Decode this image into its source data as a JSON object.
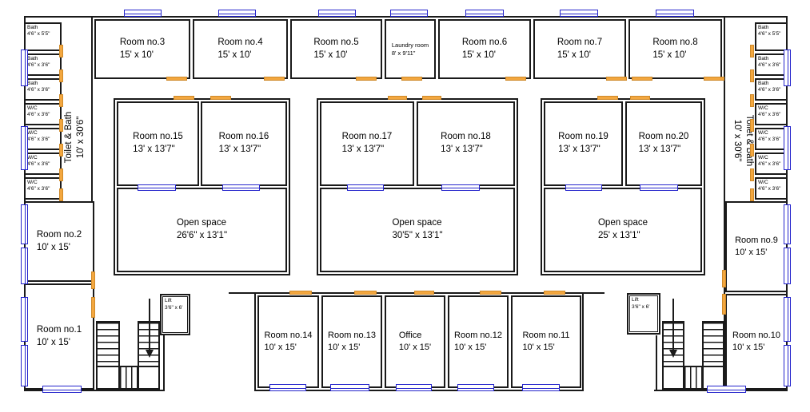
{
  "colors": {
    "wall": "#1a1a1a",
    "window": "#2424cc",
    "door": "#f3a73f"
  },
  "rooms": {
    "r1": {
      "name": "Room no.1",
      "dims": "10' x 15'"
    },
    "r2": {
      "name": "Room no.2",
      "dims": "10' x 15'"
    },
    "r3": {
      "name": "Room no.3",
      "dims": "15' x 10'"
    },
    "r4": {
      "name": "Room no.4",
      "dims": "15' x 10'"
    },
    "r5": {
      "name": "Room no.5",
      "dims": "15' x 10'"
    },
    "r6": {
      "name": "Room no.6",
      "dims": "15' x 10'"
    },
    "r7": {
      "name": "Room no.7",
      "dims": "15' x 10'"
    },
    "r8": {
      "name": "Room no.8",
      "dims": "15' x 10'"
    },
    "r9": {
      "name": "Room no.9",
      "dims": "10' x 15'"
    },
    "r10": {
      "name": "Room no.10",
      "dims": "10' x 15'"
    },
    "r11": {
      "name": "Room no.11",
      "dims": "10' x 15'"
    },
    "r12": {
      "name": "Room no.12",
      "dims": "10' x 15'"
    },
    "r13": {
      "name": "Room no.13",
      "dims": "10' x 15'"
    },
    "r14": {
      "name": "Room no.14",
      "dims": "10' x 15'"
    },
    "r15": {
      "name": "Room no.15",
      "dims": "13' x 13'7\""
    },
    "r16": {
      "name": "Room no.16",
      "dims": "13' x 13'7\""
    },
    "r17": {
      "name": "Room no.17",
      "dims": "13' x 13'7\""
    },
    "r18": {
      "name": "Room no.18",
      "dims": "13' x 13'7\""
    },
    "r19": {
      "name": "Room no.19",
      "dims": "13' x 13'7\""
    },
    "r20": {
      "name": "Room no.20",
      "dims": "13' x 13'7\""
    },
    "office": {
      "name": "Office",
      "dims": "10' x 15'"
    },
    "laundry": {
      "name": "Laundry room",
      "dims": "8' x 9'11\""
    }
  },
  "open_spaces": [
    {
      "name": "Open space",
      "dims": "26'6\" x 13'1\""
    },
    {
      "name": "Open space",
      "dims": "30'5\" x 13'1\""
    },
    {
      "name": "Open space",
      "dims": "25' x 13'1\""
    }
  ],
  "toilet_bath": {
    "name": "Toilet & Bath",
    "dims": "10' x 30'6\""
  },
  "lift": {
    "name": "Lift",
    "dims": "3'6\" x 6'"
  },
  "wet_cells_left": [
    {
      "name": "Bath",
      "dims": "4'6\" x 5'5\""
    },
    {
      "name": "Bath",
      "dims": "4'6\" x 3'6\""
    },
    {
      "name": "Bath",
      "dims": "4'6\" x 3'6\""
    },
    {
      "name": "W/C",
      "dims": "4'6\" x 3'6\""
    },
    {
      "name": "W/C",
      "dims": "4'6\" x 3'6\""
    },
    {
      "name": "W/C",
      "dims": "4'6\" x 3'6\""
    },
    {
      "name": "W/C",
      "dims": "4'6\" x 3'6\""
    }
  ],
  "wet_cells_right": [
    {
      "name": "Bath",
      "dims": "4'6\" x 5'5\""
    },
    {
      "name": "Bath",
      "dims": "4'6\" x 3'6\""
    },
    {
      "name": "Bath",
      "dims": "4'6\" x 3'6\""
    },
    {
      "name": "W/C",
      "dims": "4'6\" x 3'6\""
    },
    {
      "name": "W/C",
      "dims": "4'6\" x 3'6\""
    },
    {
      "name": "W/C",
      "dims": "4'6\" x 3'6\""
    },
    {
      "name": "W/C",
      "dims": "4'6\" x 3'6\""
    }
  ]
}
